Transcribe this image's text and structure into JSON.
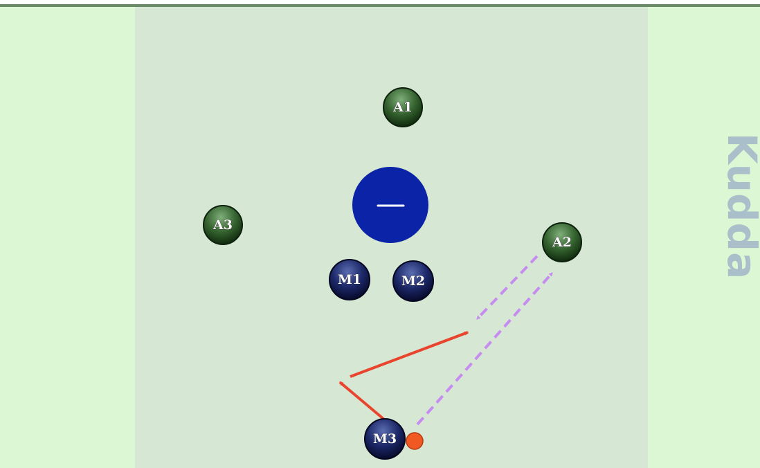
{
  "watermark": {
    "text": "Kudda"
  },
  "colors": {
    "outer_field": "#dcf7d4",
    "inner_field": "#d6e8d4",
    "top_border": "#6b8a68",
    "goal": "#0b23a6",
    "goal_mark": "#ffffff",
    "attacker_top": "#4d7a4b",
    "attacker_bottom": "#163714",
    "defender_top": "#2a3a7a",
    "defender_bottom": "#0a0f3a",
    "solid_arrow": "#e9442d",
    "dashed_arrow": "#c68cf0",
    "ball": "#f05a22",
    "logo": "#a9bfc9"
  },
  "players": [
    {
      "id": "A1",
      "team": "attack",
      "icon": "attacker-disc"
    },
    {
      "id": "A2",
      "team": "attack",
      "icon": "attacker-disc"
    },
    {
      "id": "A3",
      "team": "attack",
      "icon": "attacker-disc"
    },
    {
      "id": "M1",
      "team": "defense",
      "icon": "defender-disc"
    },
    {
      "id": "M2",
      "team": "defense",
      "icon": "defender-disc"
    },
    {
      "id": "M3",
      "team": "defense",
      "icon": "defender-disc"
    }
  ],
  "objects": {
    "goal_icon": "goal-circle",
    "ball_icon": "ball-dot"
  },
  "moves": [
    {
      "from": "M3",
      "type": "run",
      "style": "solid",
      "legs": 2
    },
    {
      "from": "M3",
      "to": "A2",
      "type": "pass",
      "style": "dashed"
    },
    {
      "from": "A2",
      "type": "return-pass",
      "style": "dashed"
    }
  ]
}
